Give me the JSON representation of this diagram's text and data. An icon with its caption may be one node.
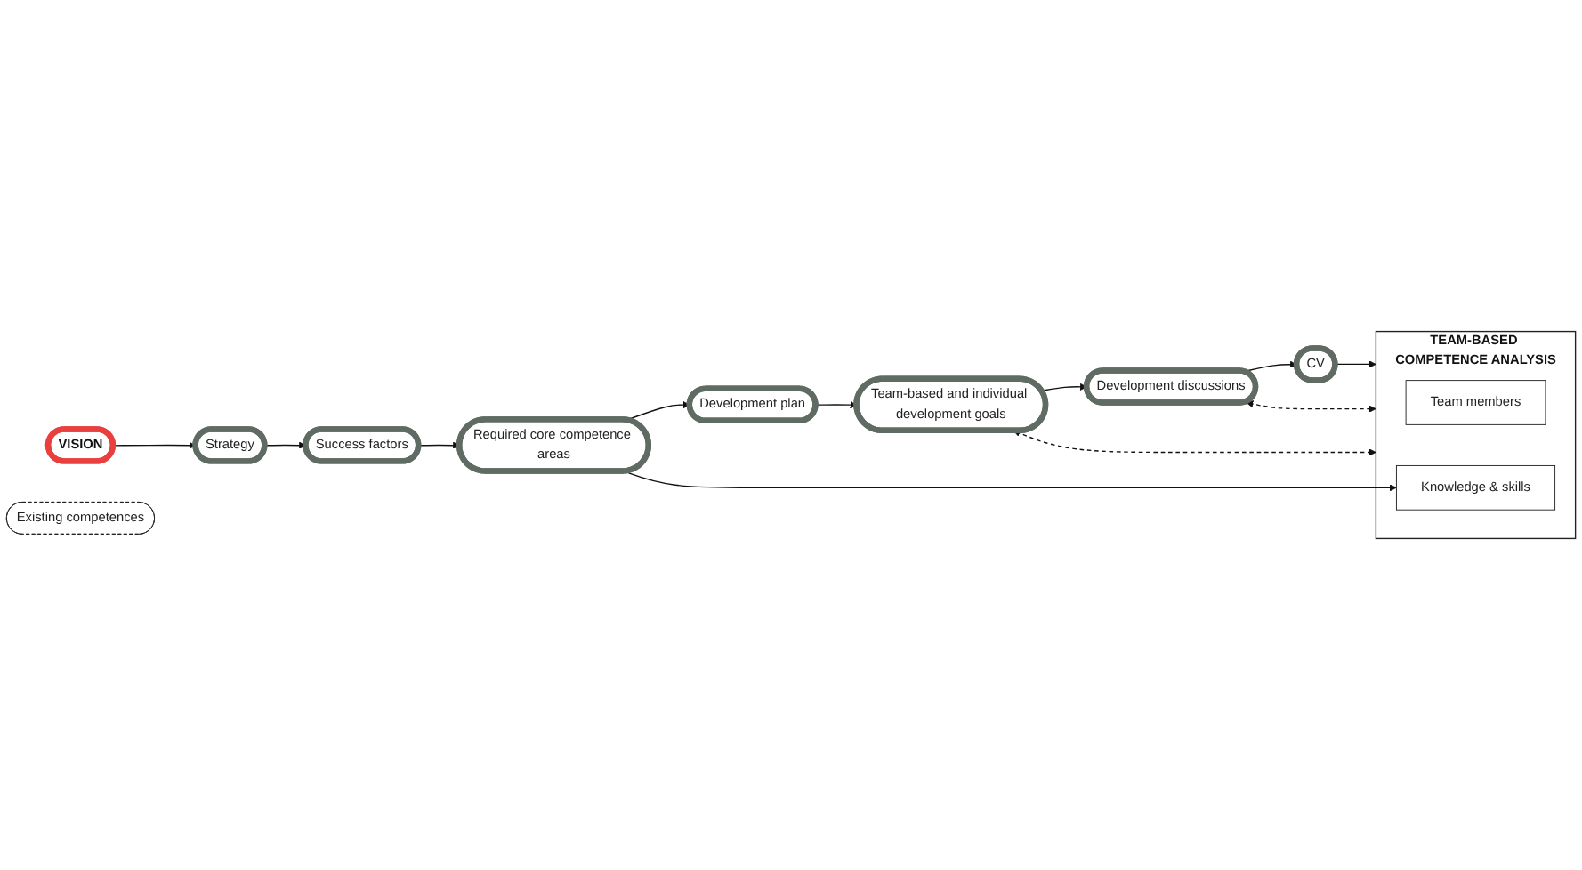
{
  "diagram": {
    "nodes": [
      {
        "text": [
          "VISION"
        ]
      },
      {
        "text": [
          "Strategy"
        ]
      },
      {
        "text": [
          "Success factors"
        ]
      },
      {
        "text": [
          "Required core competence areas"
        ]
      },
      {
        "text": [
          "Development plan"
        ]
      },
      {
        "text": [
          "Existing competences"
        ]
      },
      {
        "text": [
          "Team-based and individual development goals"
        ]
      },
      {
        "text": [
          "Development discussions"
        ]
      },
      {
        "text": [
          "CV"
        ]
      },
      {
        "text": [
          "TEAM-BASED COMPETENCE ANALYSIS"
        ]
      },
      {
        "text": [
          "Team members"
        ],
        "in": 9
      },
      {
        "text": [
          "Knowledge & skills"
        ],
        "in": 9
      }
    ],
    "edges": [
      {
        "from": 0,
        "to": 1,
        "arrow": "to"
      },
      {
        "from": 1,
        "to": 2,
        "arrow": "to"
      },
      {
        "from": 2,
        "to": 3,
        "arrow": "to"
      },
      {
        "from": 3,
        "to": 4,
        "arrow": "to"
      },
      {
        "from": 4,
        "to": 6,
        "arrow": "to"
      },
      {
        "from": 6,
        "to": 7,
        "arrow": "to"
      },
      {
        "from": 7,
        "to": 8,
        "arrow": "to"
      },
      {
        "from": 8,
        "to": 9,
        "arrow": "to"
      },
      {
        "from": 3,
        "to": 11,
        "arrow": "to"
      },
      {
        "from": 6,
        "to": 9,
        "arrow": "both",
        "style": "dashed"
      },
      {
        "from": 7,
        "to": 9,
        "arrow": "both",
        "style": "dashed"
      }
    ]
  }
}
